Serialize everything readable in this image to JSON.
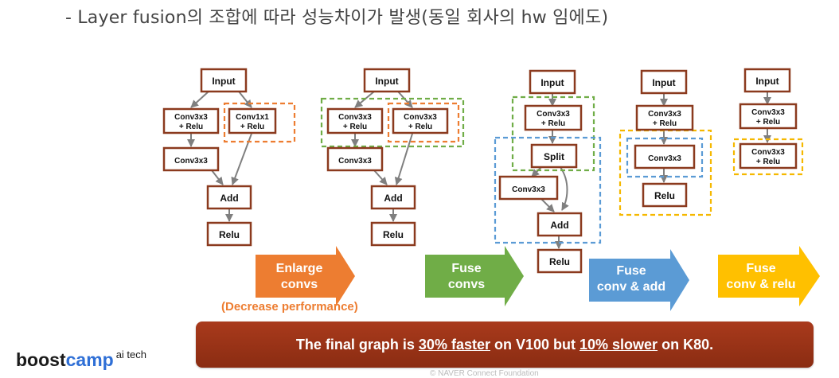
{
  "slide": {
    "title": "- Layer fusion의 조합에 따라 성능차이가 발생(동일 회사의 hw 임에도)",
    "note": "(Decrease performance)",
    "banner": {
      "p1": "The final graph is ",
      "u1": "30% faster",
      "p2": " on V100 but ",
      "u2": "10% slower",
      "p3": " on K80."
    },
    "logo": {
      "boost": "boost",
      "camp": "camp",
      "sup": "ai tech"
    },
    "footer_cut": "© NAVER Connect Foundation"
  },
  "nodes": {
    "input": "Input",
    "conv3_relu": "Conv3x3",
    "relu_line": "+ Relu",
    "conv1": "Conv1x1",
    "conv3": "Conv3x3",
    "add": "Add",
    "relu": "Relu",
    "split": "Split"
  },
  "arrows": {
    "enlarge": [
      "Enlarge",
      "convs"
    ],
    "fuse_convs": [
      "Fuse",
      "convs"
    ],
    "fuse_conv_add": [
      "Fuse",
      "conv & add"
    ],
    "fuse_conv_relu": [
      "Fuse",
      "conv & relu"
    ]
  },
  "colors": {
    "node_border": "#8b3a1e",
    "orange": "#ed7d31",
    "green": "#70ad47",
    "blue": "#5b9bd5",
    "yellow": "#f5b800",
    "banner": "#9b3318",
    "logo_blue": "#2f6fd6"
  }
}
